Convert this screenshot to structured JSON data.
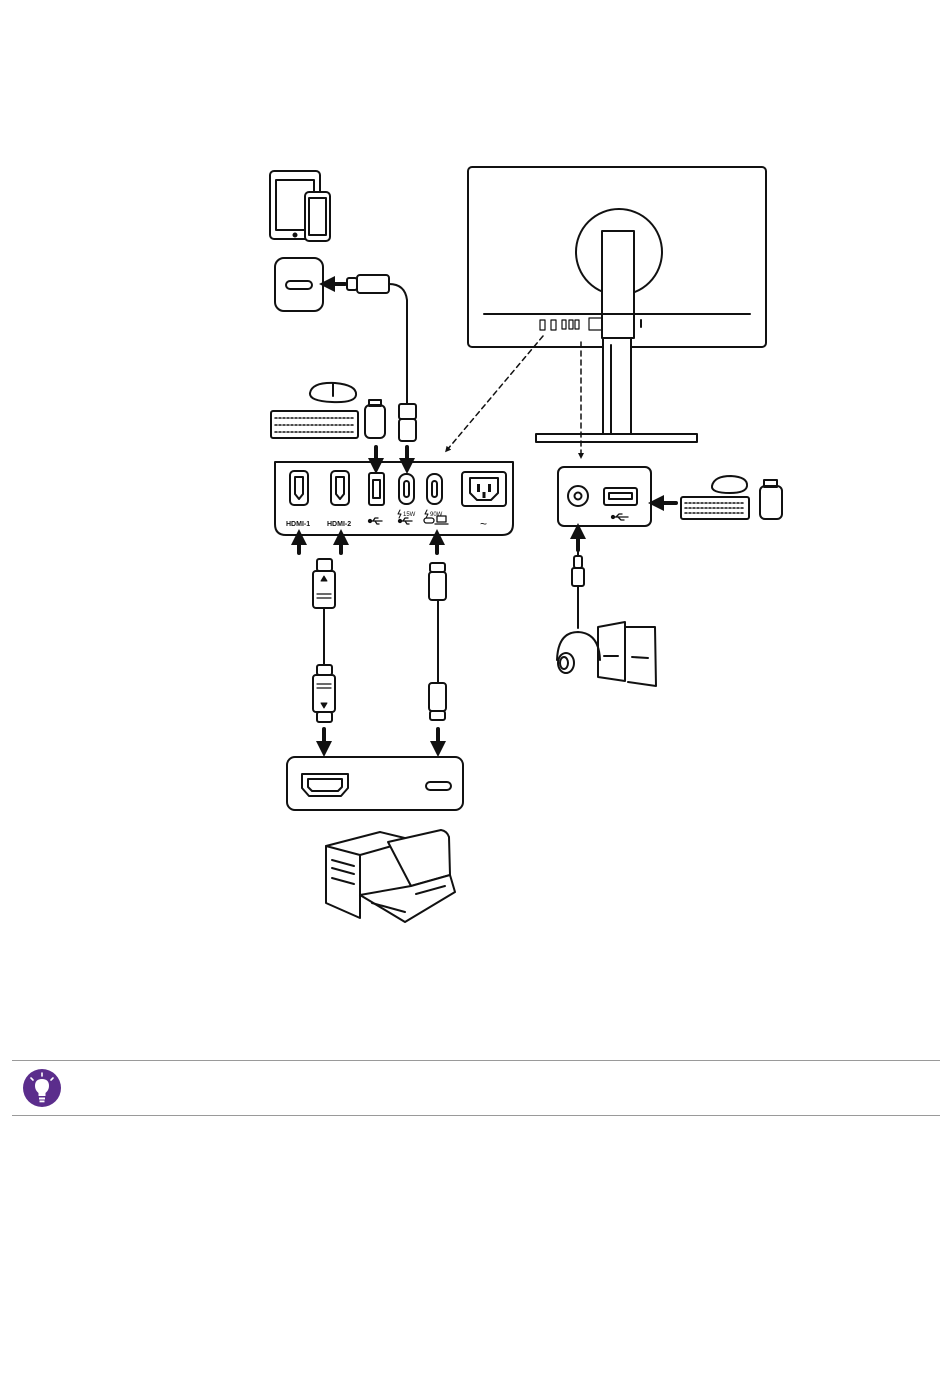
{
  "colors": {
    "stroke": "#111111",
    "tip_icon": "#5b2d8c",
    "rule": "#9a9a9a"
  },
  "port_labels": {
    "hdmi1": "HDMI-1",
    "hdmi2": "HDMI-2",
    "pd15": "15W",
    "pd90": "90W",
    "power": "~"
  },
  "icons": [
    "tablet-icon",
    "phone-icon",
    "usb-c-charger-icon",
    "mouse-icon",
    "keyboard-icon",
    "usb-dongle-icon",
    "monitor-back-icon",
    "headphones-icon",
    "speakers-icon",
    "desktop-pc-icon",
    "laptop-icon",
    "hdmi-cable-icon",
    "usb-c-cable-icon",
    "lightbulb-tip-icon"
  ]
}
